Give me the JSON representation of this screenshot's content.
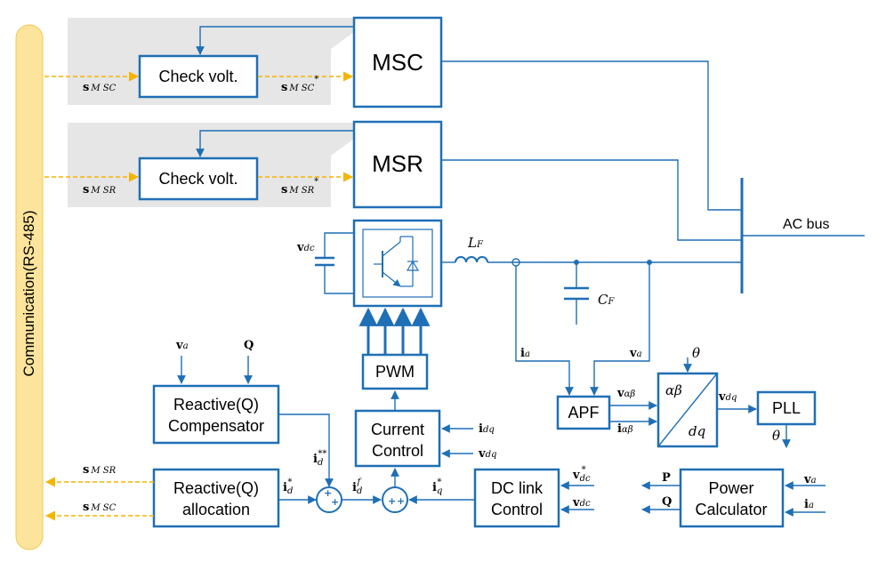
{
  "communication": "Communication(RS-485)",
  "blocks": {
    "msc": "MSC",
    "msr": "MSR",
    "check_volt_1": "Check volt.",
    "check_volt_2": "Check volt.",
    "pwm": "PWM",
    "current_control_1": "Current",
    "current_control_2": "Control",
    "reactive_comp_1": "Reactive(Q)",
    "reactive_comp_2": "Compensator",
    "reactive_alloc_1": "Reactive(Q)",
    "reactive_alloc_2": "allocation",
    "dc_link_1": "DC link",
    "dc_link_2": "Control",
    "apf": "APF",
    "pll": "PLL",
    "power_calc_1": "Power",
    "power_calc_2": "Calculator",
    "ab": "αβ",
    "dq": "dq"
  },
  "labels": {
    "ac_bus": "AC bus",
    "lf": "L",
    "lf_sub": "F",
    "cf": "C",
    "cf_sub": "F",
    "theta_in": "θ",
    "theta_out": "θ"
  },
  "signals": {
    "s_msc_in": "s",
    "s_msc_in_sub": "M SC",
    "s_msc_out": "s",
    "s_msc_out_sub": "M SC",
    "s_msc_out_star": "*",
    "s_msr_in": "s",
    "s_msr_in_sub": "M SR",
    "s_msr_out": "s",
    "s_msr_out_sub": "M SR",
    "s_msr_out_star": "*",
    "s_msr_back": "s",
    "s_msr_back_sub": "M SR",
    "s_msc_back": "s",
    "s_msc_back_sub": "M SC",
    "vdc": "v",
    "vdc_sub": "dc",
    "va_top": "v",
    "va_top_sub": "a",
    "q_top": "Q",
    "ia": "i",
    "ia_sub": "a",
    "va": "v",
    "va_sub": "a",
    "v_ab": "v",
    "v_ab_sub": "αβ",
    "i_ab": "i",
    "i_ab_sub": "αβ",
    "v_dq": "v",
    "v_dq_sub": "dq",
    "idq": "i",
    "idq_sub": "dq",
    "vdq": "v",
    "vdq_sub": "dq",
    "idstarstar": "i",
    "idstarstar_sub": "d",
    "idstarstar_sup": "**",
    "idstar": "i",
    "idstar_sub": "d",
    "idstar_sup": "*",
    "idf": "i",
    "idf_sub": "d",
    "idf_sup": "f",
    "iqstar": "i",
    "iqstar_sub": "q",
    "iqstar_sup": "*",
    "vdcstar": "v",
    "vdcstar_sub": "dc",
    "vdcstar_sup": "*",
    "vdc2": "v",
    "vdc2_sub": "dc",
    "p_out": "P",
    "q_out": "Q",
    "va_pc": "v",
    "va_pc_sub": "a",
    "ia_pc": "i",
    "ia_pc_sub": "a"
  },
  "colors": {
    "blue": "#1f6fb5",
    "orange": "#f5b400",
    "comm_bar": "#fce49c",
    "gray_panel": "#e6e6e6"
  }
}
